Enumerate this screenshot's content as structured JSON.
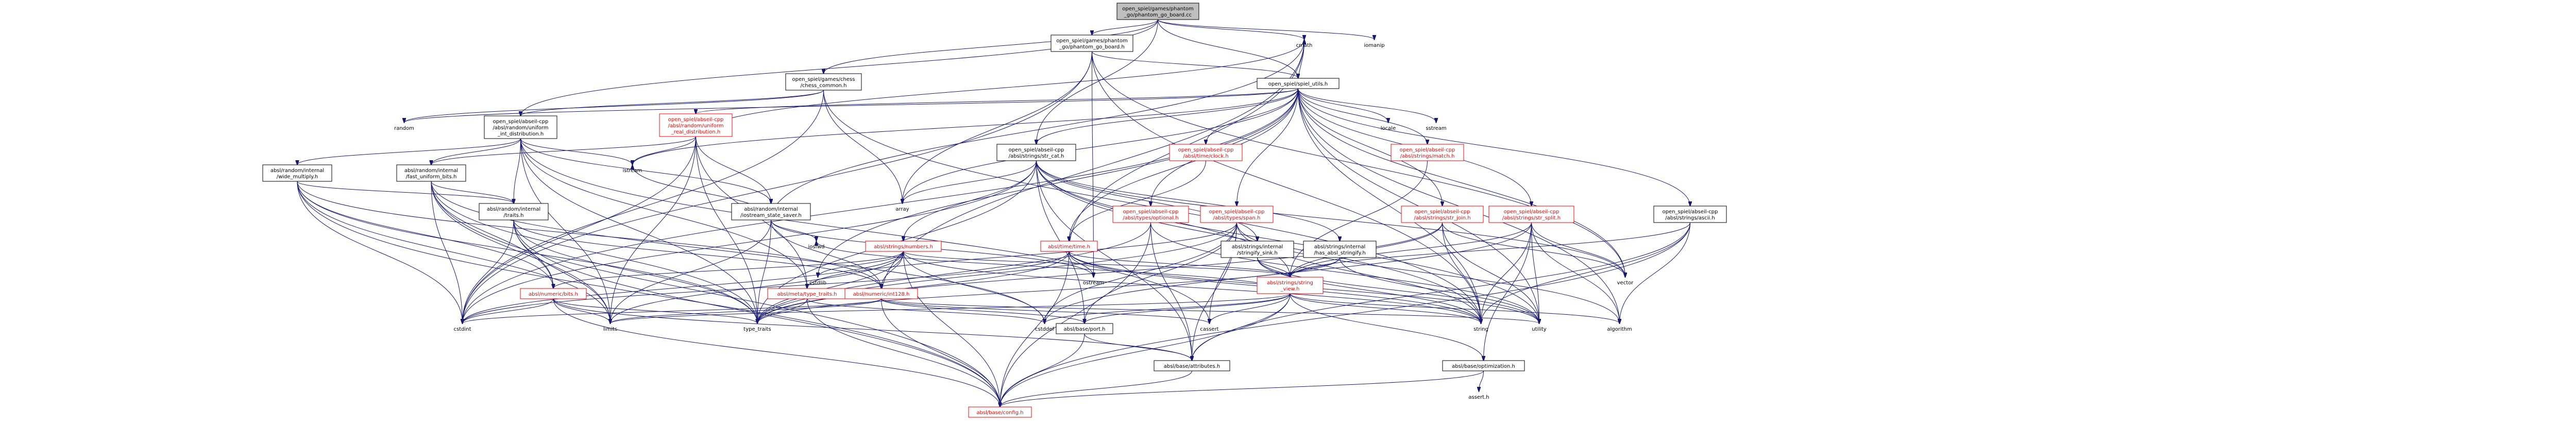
{
  "nodes": [
    {
      "id": "root",
      "lines": [
        "open_spiel/games/phantom",
        "_go/phantom_go_board.cc"
      ],
      "style": "root"
    },
    {
      "id": "pgb_h",
      "lines": [
        "open_spiel/games/phantom",
        "_go/phantom_go_board.h"
      ],
      "style": "white"
    },
    {
      "id": "cmath",
      "lines": [
        "cmath"
      ],
      "style": "plain"
    },
    {
      "id": "iomanip",
      "lines": [
        "iomanip"
      ],
      "style": "plain"
    },
    {
      "id": "chess_common",
      "lines": [
        "open_spiel/games/chess",
        "/chess_common.h"
      ],
      "style": "white"
    },
    {
      "id": "spiel_utils",
      "lines": [
        "open_spiel/spiel_utils.h"
      ],
      "style": "white"
    },
    {
      "id": "random_uniform_int",
      "lines": [
        "open_spiel/abseil-cpp",
        "/absl/random/uniform",
        "_int_distribution.h"
      ],
      "style": "white"
    },
    {
      "id": "random",
      "lines": [
        "random"
      ],
      "style": "plain"
    },
    {
      "id": "ri_wide_multiply",
      "lines": [
        "absl/random/internal",
        "/wide_multiply.h"
      ],
      "style": "white"
    },
    {
      "id": "ri_fast_uniform",
      "lines": [
        "absl/random/internal",
        "/fast_uniform_bits.h"
      ],
      "style": "white"
    },
    {
      "id": "ri_traits",
      "lines": [
        "absl/random/internal",
        "/traits.h"
      ],
      "style": "white"
    },
    {
      "id": "random_uniform_real",
      "lines": [
        "open_spiel/abseil-cpp",
        "/absl/random/uniform",
        "_real_distribution.h"
      ],
      "style": "red"
    },
    {
      "id": "ri_iostream_state",
      "lines": [
        "absl/random/internal",
        "/iostream_state_saver.h"
      ],
      "style": "white"
    },
    {
      "id": "istream",
      "lines": [
        "istream"
      ],
      "style": "plain"
    },
    {
      "id": "iosfwd",
      "lines": [
        "iosfwd"
      ],
      "style": "plain"
    },
    {
      "id": "array",
      "lines": [
        "array"
      ],
      "style": "plain"
    },
    {
      "id": "time_clock",
      "lines": [
        "open_spiel/abseil-cpp",
        "/absl/time/clock.h"
      ],
      "style": "red"
    },
    {
      "id": "str_cat",
      "lines": [
        "open_spiel/abseil-cpp",
        "/absl/strings/str_cat.h"
      ],
      "style": "white"
    },
    {
      "id": "strings_match",
      "lines": [
        "open_spiel/abseil-cpp",
        "/absl/strings/match.h"
      ],
      "style": "red"
    },
    {
      "id": "locale",
      "lines": [
        "locale"
      ],
      "style": "plain"
    },
    {
      "id": "sstream",
      "lines": [
        "sstream"
      ],
      "style": "plain"
    },
    {
      "id": "types_optional",
      "lines": [
        "open_spiel/abseil-cpp",
        "/absl/types/optional.h"
      ],
      "style": "red"
    },
    {
      "id": "types_span",
      "lines": [
        "open_spiel/abseil-cpp",
        "/absl/types/span.h"
      ],
      "style": "red"
    },
    {
      "id": "str_join",
      "lines": [
        "open_spiel/abseil-cpp",
        "/absl/strings/str_join.h"
      ],
      "style": "red"
    },
    {
      "id": "str_split",
      "lines": [
        "open_spiel/abseil-cpp",
        "/absl/strings/str_split.h"
      ],
      "style": "red"
    },
    {
      "id": "strings_ascii",
      "lines": [
        "open_spiel/abseil-cpp",
        "/absl/strings/ascii.h"
      ],
      "style": "white"
    },
    {
      "id": "strings_numbers",
      "lines": [
        "absl/strings/numbers.h"
      ],
      "style": "red"
    },
    {
      "id": "time_time",
      "lines": [
        "absl/time/time.h"
      ],
      "style": "red"
    },
    {
      "id": "stringify_sink",
      "lines": [
        "absl/strings/internal",
        "/stringify_sink.h"
      ],
      "style": "white"
    },
    {
      "id": "has_absl_stringify",
      "lines": [
        "absl/strings/internal",
        "/has_absl_stringify.h"
      ],
      "style": "white"
    },
    {
      "id": "numeric_bits",
      "lines": [
        "absl/numeric/bits.h"
      ],
      "style": "red"
    },
    {
      "id": "meta_type_traits",
      "lines": [
        "absl/meta/type_traits.h"
      ],
      "style": "red"
    },
    {
      "id": "numeric_int128",
      "lines": [
        "absl/numeric/int128.h"
      ],
      "style": "red"
    },
    {
      "id": "cstdlib",
      "lines": [
        "cstdlib"
      ],
      "style": "plain"
    },
    {
      "id": "ostream",
      "lines": [
        "ostream"
      ],
      "style": "plain"
    },
    {
      "id": "string_view",
      "lines": [
        "absl/strings/string",
        "_view.h"
      ],
      "style": "red"
    },
    {
      "id": "vector",
      "lines": [
        "vector"
      ],
      "style": "plain"
    },
    {
      "id": "cstdint",
      "lines": [
        "cstdint"
      ],
      "style": "plain"
    },
    {
      "id": "limits",
      "lines": [
        "limits"
      ],
      "style": "plain"
    },
    {
      "id": "type_traits",
      "lines": [
        "type_traits"
      ],
      "style": "plain"
    },
    {
      "id": "base_port",
      "lines": [
        "absl/base/port.h"
      ],
      "style": "white"
    },
    {
      "id": "cassert",
      "lines": [
        "cassert"
      ],
      "style": "plain"
    },
    {
      "id": "cstddef",
      "lines": [
        "cstddef"
      ],
      "style": "plain"
    },
    {
      "id": "string",
      "lines": [
        "string"
      ],
      "style": "plain"
    },
    {
      "id": "utility",
      "lines": [
        "utility"
      ],
      "style": "plain"
    },
    {
      "id": "algorithm",
      "lines": [
        "algorithm"
      ],
      "style": "plain"
    },
    {
      "id": "base_attributes",
      "lines": [
        "absl/base/attributes.h"
      ],
      "style": "white"
    },
    {
      "id": "base_optimization",
      "lines": [
        "absl/base/optimization.h"
      ],
      "style": "white"
    },
    {
      "id": "assert",
      "lines": [
        "assert.h"
      ],
      "style": "plain"
    },
    {
      "id": "base_config",
      "lines": [
        "absl/base/config.h"
      ],
      "style": "red"
    }
  ],
  "edges": [
    [
      "root",
      "pgb_h"
    ],
    [
      "root",
      "cmath"
    ],
    [
      "root",
      "iomanip"
    ],
    [
      "root",
      "chess_common"
    ],
    [
      "root",
      "spiel_utils"
    ],
    [
      "root",
      "random_uniform_int"
    ],
    [
      "root",
      "str_cat"
    ],
    [
      "pgb_h",
      "spiel_utils"
    ],
    [
      "pgb_h",
      "array"
    ],
    [
      "pgb_h",
      "cstdint"
    ],
    [
      "pgb_h",
      "vector"
    ],
    [
      "pgb_h",
      "string"
    ],
    [
      "pgb_h",
      "ostream"
    ],
    [
      "chess_common",
      "random_uniform_int"
    ],
    [
      "chess_common",
      "random"
    ],
    [
      "chess_common",
      "array"
    ],
    [
      "chess_common",
      "cstdint"
    ],
    [
      "chess_common",
      "string"
    ],
    [
      "spiel_utils",
      "random"
    ],
    [
      "spiel_utils",
      "random_uniform_real"
    ],
    [
      "spiel_utils",
      "time_clock"
    ],
    [
      "spiel_utils",
      "str_cat"
    ],
    [
      "spiel_utils",
      "strings_match"
    ],
    [
      "spiel_utils",
      "locale"
    ],
    [
      "spiel_utils",
      "sstream"
    ],
    [
      "spiel_utils",
      "types_optional"
    ],
    [
      "spiel_utils",
      "types_span"
    ],
    [
      "spiel_utils",
      "str_join"
    ],
    [
      "spiel_utils",
      "str_split"
    ],
    [
      "spiel_utils",
      "strings_ascii"
    ],
    [
      "spiel_utils",
      "time_time"
    ],
    [
      "spiel_utils",
      "cstdint"
    ],
    [
      "spiel_utils",
      "cmath"
    ],
    [
      "spiel_utils",
      "istream"
    ],
    [
      "spiel_utils",
      "vector"
    ],
    [
      "spiel_utils",
      "string"
    ],
    [
      "spiel_utils",
      "utility"
    ],
    [
      "spiel_utils",
      "algorithm"
    ],
    [
      "spiel_utils",
      "array"
    ],
    [
      "spiel_utils",
      "cstdlib"
    ],
    [
      "random_uniform_int",
      "ri_wide_multiply"
    ],
    [
      "random_uniform_int",
      "ri_fast_uniform"
    ],
    [
      "random_uniform_int",
      "ri_traits"
    ],
    [
      "random_uniform_int",
      "ri_iostream_state"
    ],
    [
      "random_uniform_int",
      "istream"
    ],
    [
      "random_uniform_int",
      "limits"
    ],
    [
      "random_uniform_int",
      "type_traits"
    ],
    [
      "random_uniform_int",
      "cassert"
    ],
    [
      "random_uniform_int",
      "meta_type_traits"
    ],
    [
      "ri_wide_multiply",
      "numeric_bits"
    ],
    [
      "ri_wide_multiply",
      "numeric_int128"
    ],
    [
      "ri_wide_multiply",
      "ri_traits"
    ],
    [
      "ri_wide_multiply",
      "cstdint"
    ],
    [
      "ri_wide_multiply",
      "limits"
    ],
    [
      "ri_wide_multiply",
      "type_traits"
    ],
    [
      "ri_wide_multiply",
      "base_config"
    ],
    [
      "ri_fast_uniform",
      "ri_traits"
    ],
    [
      "ri_fast_uniform",
      "numeric_bits"
    ],
    [
      "ri_fast_uniform",
      "cstddef"
    ],
    [
      "ri_fast_uniform",
      "cstdint"
    ],
    [
      "ri_fast_uniform",
      "limits"
    ],
    [
      "ri_fast_uniform",
      "type_traits"
    ],
    [
      "ri_fast_uniform",
      "base_config"
    ],
    [
      "ri_traits",
      "numeric_bits"
    ],
    [
      "ri_traits",
      "numeric_int128"
    ],
    [
      "ri_traits",
      "cstdint"
    ],
    [
      "ri_traits",
      "limits"
    ],
    [
      "ri_traits",
      "type_traits"
    ],
    [
      "ri_traits",
      "base_config"
    ],
    [
      "random_uniform_real",
      "ri_fast_uniform"
    ],
    [
      "random_uniform_real",
      "ri_iostream_state"
    ],
    [
      "random_uniform_real",
      "meta_type_traits"
    ],
    [
      "random_uniform_real",
      "cmath"
    ],
    [
      "random_uniform_real",
      "cstdint"
    ],
    [
      "random_uniform_real",
      "istream"
    ],
    [
      "random_uniform_real",
      "limits"
    ],
    [
      "random_uniform_real",
      "type_traits"
    ],
    [
      "ri_iostream_state",
      "numeric_int128"
    ],
    [
      "ri_iostream_state",
      "cmath"
    ],
    [
      "ri_iostream_state",
      "iosfwd"
    ],
    [
      "ri_iostream_state",
      "istream"
    ],
    [
      "ri_iostream_state",
      "limits"
    ],
    [
      "ri_iostream_state",
      "ostream"
    ],
    [
      "ri_iostream_state",
      "type_traits"
    ],
    [
      "time_clock",
      "time_time"
    ],
    [
      "str_cat",
      "array"
    ],
    [
      "str_cat",
      "strings_numbers"
    ],
    [
      "str_cat",
      "string_view"
    ],
    [
      "str_cat",
      "stringify_sink"
    ],
    [
      "str_cat",
      "has_absl_stringify"
    ],
    [
      "str_cat",
      "base_port"
    ],
    [
      "str_cat",
      "cstdint"
    ],
    [
      "str_cat",
      "string"
    ],
    [
      "str_cat",
      "utility"
    ],
    [
      "str_cat",
      "vector"
    ],
    [
      "str_cat",
      "type_traits"
    ],
    [
      "str_cat",
      "base_attributes"
    ],
    [
      "strings_match",
      "string_view"
    ],
    [
      "strings_match",
      "cstring"
    ],
    [
      "types_optional",
      "base_attributes"
    ],
    [
      "types_optional",
      "type_traits"
    ],
    [
      "types_optional",
      "utility"
    ],
    [
      "types_optional",
      "base_config"
    ],
    [
      "types_span",
      "algorithm"
    ],
    [
      "types_span",
      "cassert"
    ],
    [
      "types_span",
      "cstddef"
    ],
    [
      "types_span",
      "string"
    ],
    [
      "types_span",
      "type_traits"
    ],
    [
      "types_span",
      "base_attributes"
    ],
    [
      "types_span",
      "base_port"
    ],
    [
      "types_span",
      "meta_type_traits"
    ],
    [
      "str_join",
      "string_view"
    ],
    [
      "str_join",
      "string"
    ],
    [
      "str_join",
      "utility"
    ],
    [
      "str_join",
      "vector"
    ],
    [
      "str_join",
      "type_traits"
    ],
    [
      "str_split",
      "string_view"
    ],
    [
      "str_split",
      "algorithm"
    ],
    [
      "str_split",
      "cstddef"
    ],
    [
      "str_split",
      "string"
    ],
    [
      "str_split",
      "utility"
    ],
    [
      "str_split",
      "vector"
    ],
    [
      "str_split",
      "base_optimization"
    ],
    [
      "strings_ascii",
      "string"
    ],
    [
      "strings_ascii",
      "string_view"
    ],
    [
      "strings_ascii",
      "base_attributes"
    ],
    [
      "strings_ascii",
      "base_config"
    ],
    [
      "strings_ascii",
      "algorithm"
    ],
    [
      "strings_numbers",
      "numeric_bits"
    ],
    [
      "strings_numbers",
      "numeric_int128"
    ],
    [
      "strings_numbers",
      "string_view"
    ],
    [
      "strings_numbers",
      "cstdlib"
    ],
    [
      "strings_numbers",
      "cstdint"
    ],
    [
      "strings_numbers",
      "limits"
    ],
    [
      "strings_numbers",
      "string"
    ],
    [
      "strings_numbers",
      "type_traits"
    ],
    [
      "strings_numbers",
      "base_config"
    ],
    [
      "strings_numbers",
      "cstddef"
    ],
    [
      "strings_numbers",
      "ctime_dummy"
    ],
    [
      "time_time",
      "cmath"
    ],
    [
      "time_time",
      "cstdint"
    ],
    [
      "time_time",
      "ostream"
    ],
    [
      "time_time",
      "string"
    ],
    [
      "time_time",
      "type_traits"
    ],
    [
      "time_time",
      "utility"
    ],
    [
      "time_time",
      "string_view"
    ],
    [
      "time_time",
      "base_config"
    ],
    [
      "stringify_sink",
      "string"
    ],
    [
      "stringify_sink",
      "string_view"
    ],
    [
      "stringify_sink",
      "utility"
    ],
    [
      "has_absl_stringify",
      "string_view"
    ],
    [
      "has_absl_stringify",
      "utility"
    ],
    [
      "has_absl_stringify",
      "type_traits"
    ],
    [
      "numeric_bits",
      "cstdint"
    ],
    [
      "numeric_bits",
      "limits"
    ],
    [
      "numeric_bits",
      "type_traits"
    ],
    [
      "numeric_bits",
      "base_attributes"
    ],
    [
      "numeric_bits",
      "base_config"
    ],
    [
      "meta_type_traits",
      "cstddef"
    ],
    [
      "meta_type_traits",
      "type_traits"
    ],
    [
      "meta_type_traits",
      "base_config"
    ],
    [
      "numeric_int128",
      "cassert"
    ],
    [
      "numeric_int128",
      "cmath"
    ],
    [
      "numeric_int128",
      "cstdint"
    ],
    [
      "numeric_int128",
      "limits"
    ],
    [
      "numeric_int128",
      "utility"
    ],
    [
      "numeric_int128",
      "base_config"
    ],
    [
      "numeric_int128",
      "base_port"
    ],
    [
      "string_view",
      "algorithm"
    ],
    [
      "string_view",
      "cassert"
    ],
    [
      "string_view",
      "cstddef"
    ],
    [
      "string_view",
      "cstring"
    ],
    [
      "string_view",
      "iosfwd"
    ],
    [
      "string_view",
      "iterator"
    ],
    [
      "string_view",
      "limits"
    ],
    [
      "string_view",
      "string"
    ],
    [
      "string_view",
      "base_attributes"
    ],
    [
      "string_view",
      "base_optimization"
    ],
    [
      "string_view",
      "base_port"
    ],
    [
      "string_view",
      "base_config"
    ],
    [
      "base_port",
      "base_attributes"
    ],
    [
      "base_port",
      "base_config"
    ],
    [
      "base_attributes",
      "base_config"
    ],
    [
      "base_optimization",
      "assert"
    ],
    [
      "base_optimization",
      "base_config"
    ]
  ]
}
